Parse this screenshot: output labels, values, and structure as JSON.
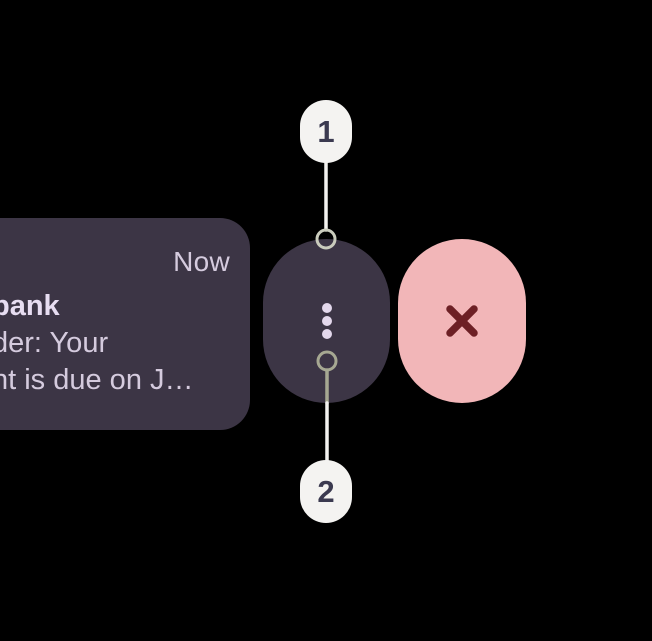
{
  "notification": {
    "timestamp": "Now",
    "title": "bank",
    "body_line1": "der: Your",
    "body_line2": "nt is due on J…"
  },
  "actions": {
    "settings_icon": "kebab-vertical-dots",
    "dismiss_icon": "x-cross"
  },
  "annotations": {
    "callout_1": "1",
    "callout_2": "2"
  },
  "colors": {
    "background": "#000000",
    "card_bg": "#3c3545",
    "pill_bg": "#3c3545",
    "dismiss_bg": "#f2b6b8",
    "dismiss_icon": "#6d2025",
    "timestamp_text": "#d5cbde",
    "title_text": "#e7ddf1",
    "body_text": "#d5cbde",
    "dots": "#e3d8ec",
    "callout_bg": "#f4f3f1",
    "callout_text": "#3b3a50",
    "connector_line": "#f3f2ef",
    "anchor_top": "#caccbd",
    "anchor_bottom": "#a6a892"
  }
}
